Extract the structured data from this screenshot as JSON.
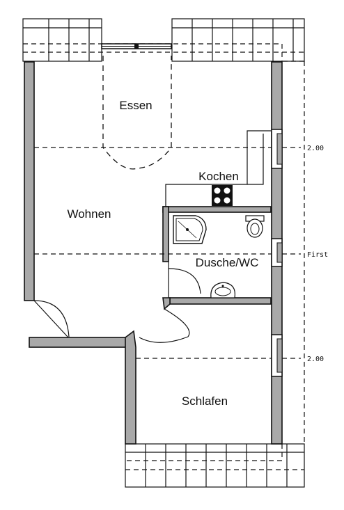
{
  "rooms": {
    "essen": "Essen",
    "wohnen": "Wohnen",
    "kochen": "Kochen",
    "dusche_wc": "Dusche/WC",
    "schlafen": "Schlafen"
  },
  "dimensions": {
    "upper": "2.00",
    "ridge": "First",
    "lower": "2.00"
  }
}
